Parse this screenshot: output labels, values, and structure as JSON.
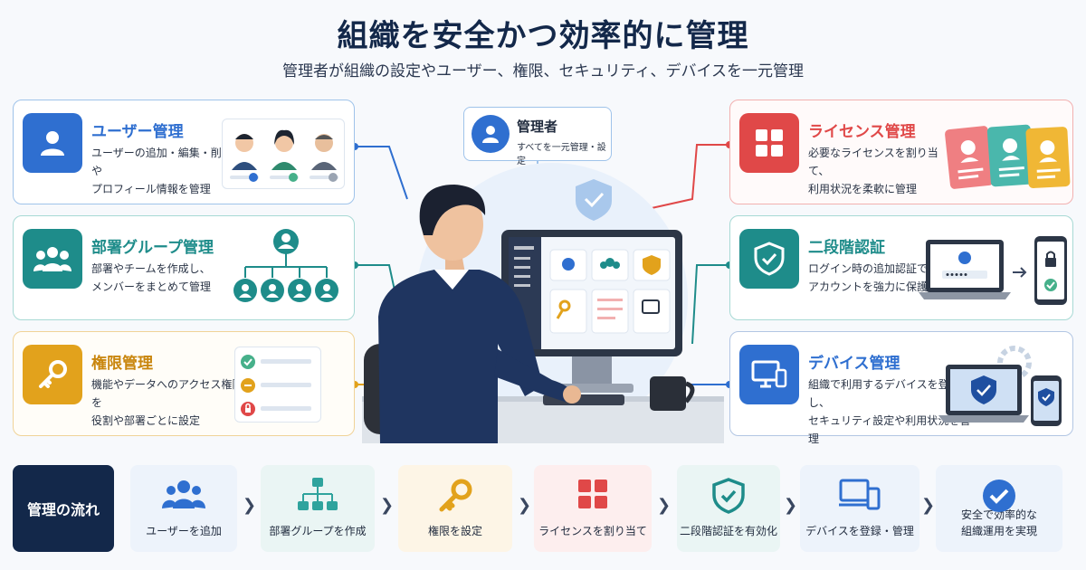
{
  "header": {
    "title": "組織を安全かつ効率的に管理",
    "subtitle": "管理者が組織の設定やユーザー、権限、セキュリティ、デバイスを一元管理"
  },
  "admin": {
    "title": "管理者",
    "desc": "すべてを一元管理・設定"
  },
  "left_cards": [
    {
      "title": "ユーザー管理",
      "desc": "ユーザーの追加・編集・削除や\nプロフィール情報を管理",
      "icon": "user-icon",
      "color": "#2f6fd0"
    },
    {
      "title": "部署グループ管理",
      "desc": "部署やチームを作成し、\nメンバーをまとめて管理",
      "icon": "group-icon",
      "color": "#1e8c8a"
    },
    {
      "title": "権限管理",
      "desc": "機能やデータへのアクセス権限を\n役割や部署ごとに設定",
      "icon": "key-icon",
      "color": "#e2a21c"
    }
  ],
  "right_cards": [
    {
      "title": "ライセンス管理",
      "desc": "必要なライセンスを割り当て、\n利用状況を柔軟に管理",
      "icon": "grid-icon",
      "color": "#e04848"
    },
    {
      "title": "二段階認証",
      "desc": "ログイン時の追加認証で\nアカウントを強力に保護",
      "icon": "shield-icon",
      "color": "#1e8c8a"
    },
    {
      "title": "デバイス管理",
      "desc": "組織で利用するデバイスを登録し、\nセキュリティ設定や利用状況を管理",
      "icon": "devices-icon",
      "color": "#2f6fd0"
    }
  ],
  "flow": {
    "label": "管理の流れ",
    "steps": [
      {
        "label": "ユーザーを追加",
        "icon": "users-icon"
      },
      {
        "label": "部署グループを作成",
        "icon": "org-chart-icon"
      },
      {
        "label": "権限を設定",
        "icon": "key-icon"
      },
      {
        "label": "ライセンスを割り当て",
        "icon": "grid-icon"
      },
      {
        "label": "二段階認証を有効化",
        "icon": "shield-check-icon"
      },
      {
        "label": "デバイスを登録・管理",
        "icon": "devices-icon"
      },
      {
        "label": "安全で効率的な\n組織運用を実現",
        "icon": "check-circle-icon"
      }
    ]
  },
  "colors": {
    "navy": "#13284a",
    "blue": "#2f6fd0",
    "teal": "#1e8c8a",
    "gold": "#e2a21c",
    "red": "#e04848"
  }
}
